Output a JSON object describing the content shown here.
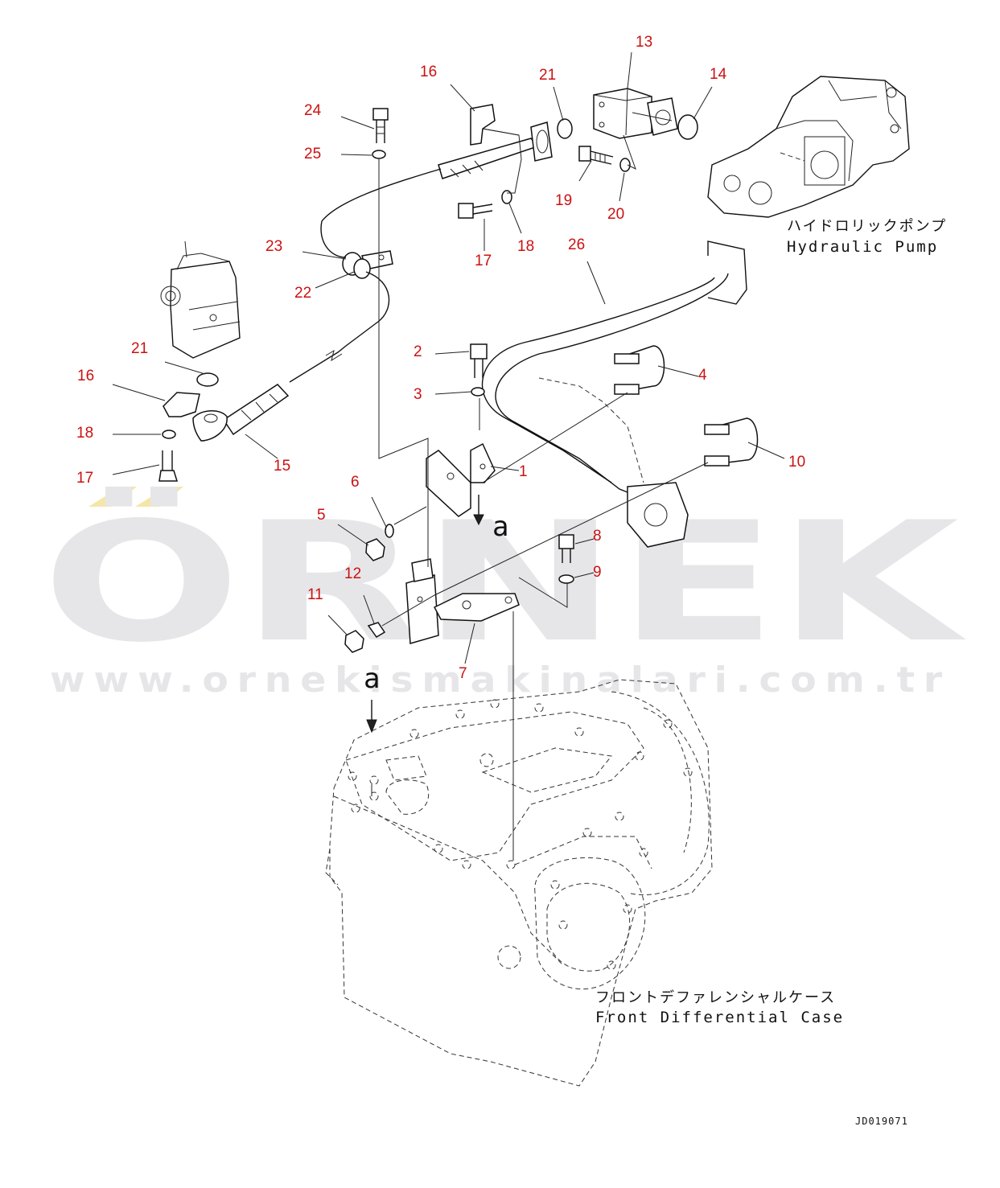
{
  "watermark": {
    "brand": "ÖRNEK",
    "url": "www.ornekismakinalari.com.tr"
  },
  "captions": {
    "hydraulic_pump_jp": "ハイドロリックポンプ",
    "hydraulic_pump_en": "Hydraulic Pump",
    "front_diff_jp": "フロントデファレンシャルケース",
    "front_diff_en": "Front Differential Case"
  },
  "view_marker": "a",
  "drawing_id": "JD019071",
  "part_labels": {
    "p1": "1",
    "p2": "2",
    "p3": "3",
    "p4": "4",
    "p5": "5",
    "p6": "6",
    "p7": "7",
    "p8": "8",
    "p9": "9",
    "p10": "10",
    "p11": "11",
    "p12": "12",
    "p13": "13",
    "p14": "14",
    "p15": "15",
    "p16a": "16",
    "p16b": "16",
    "p17a": "17",
    "p17b": "17",
    "p18a": "18",
    "p18b": "18",
    "p19": "19",
    "p20": "20",
    "p21a": "21",
    "p21b": "21",
    "p22": "22",
    "p23": "23",
    "p24": "24",
    "p25": "25",
    "p26": "26"
  },
  "colors": {
    "label_red": "#cc1111",
    "watermark_gray": "#e6e6e9",
    "watermark_gold": "#f5e6a8"
  }
}
